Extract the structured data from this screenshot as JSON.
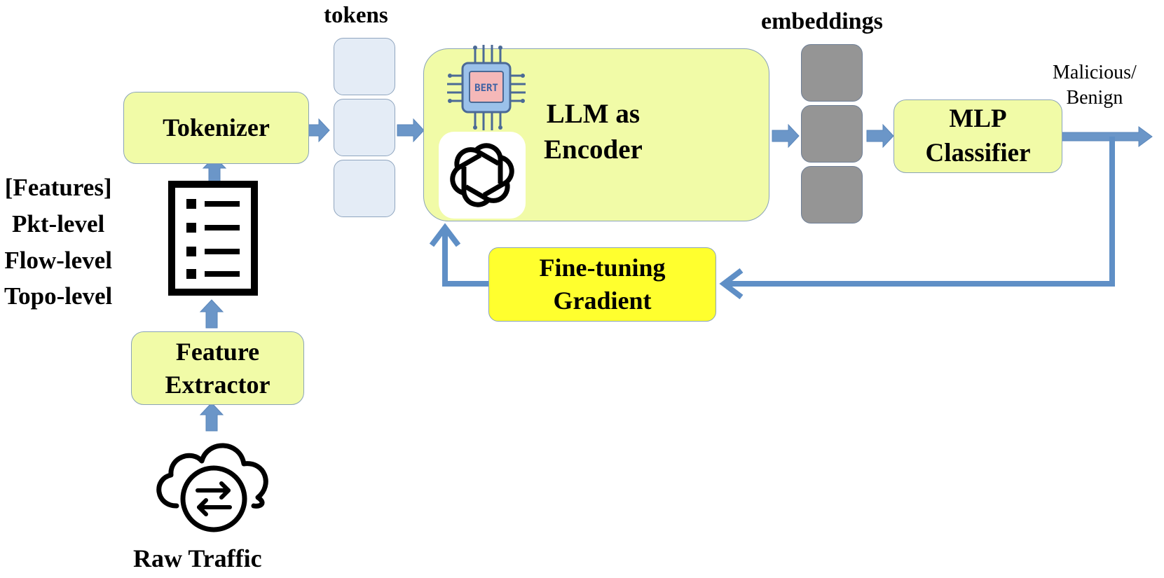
{
  "labels": {
    "tokens": "tokens",
    "embeddings": "embeddings",
    "output": [
      "Malicious/",
      "Benign"
    ],
    "features": [
      "[Features]",
      "Pkt-level",
      "Flow-level",
      "Topo-level"
    ],
    "raw_traffic": "Raw Traffic"
  },
  "nodes": {
    "tokenizer": "Tokenizer",
    "llm_encoder": [
      "LLM as",
      "Encoder"
    ],
    "mlp_classifier": [
      "MLP",
      "Classifier"
    ],
    "fine_tuning": [
      "Fine-tuning",
      "Gradient"
    ],
    "feature_extractor": [
      "Feature",
      "Extractor"
    ]
  },
  "logos": {
    "bert_chip_text": "BERT",
    "bert_icon": "bert-chip-icon",
    "openai_icon": "openai-logo-icon",
    "document_icon": "feature-list-icon",
    "cloud_icon": "cloud-exchange-icon"
  },
  "colors": {
    "module_fill": "#f1fba7",
    "gradient_fill": "#ffff2e",
    "token_fill": "#e4ecf6",
    "embedding_fill": "#959595",
    "arrow": "#6b96c8"
  }
}
